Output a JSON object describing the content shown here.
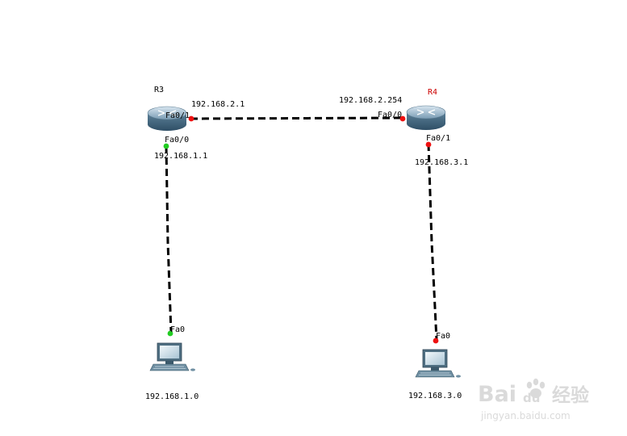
{
  "devices": {
    "r3": {
      "name": "R3"
    },
    "r4": {
      "name": "R4"
    },
    "pc1": {
      "network": "192.168.1.0"
    },
    "pc2": {
      "network": "192.168.3.0"
    }
  },
  "links": {
    "r3_r4": {
      "r3_port": "Fa0/1",
      "r3_ip": "192.168.2.1",
      "r4_port": "Fa0/0",
      "r4_ip": "192.168.2.254",
      "status": "down"
    },
    "r3_pc1": {
      "r3_port": "Fa0/0",
      "r3_ip": "192.168.1.1",
      "pc_port": "Fa0",
      "status": "up"
    },
    "r4_pc2": {
      "r4_port": "Fa0/1",
      "r4_ip": "192.168.3.1",
      "pc_port": "Fa0",
      "status": "down"
    }
  },
  "colors": {
    "link_up": "#22cc22",
    "link_down": "#ee1111",
    "r4_label": "#cc0000"
  },
  "watermark": {
    "brand": "Bai",
    "brand_tail": "du",
    "cn": "经验",
    "url": "jingyan.baidu.com"
  }
}
